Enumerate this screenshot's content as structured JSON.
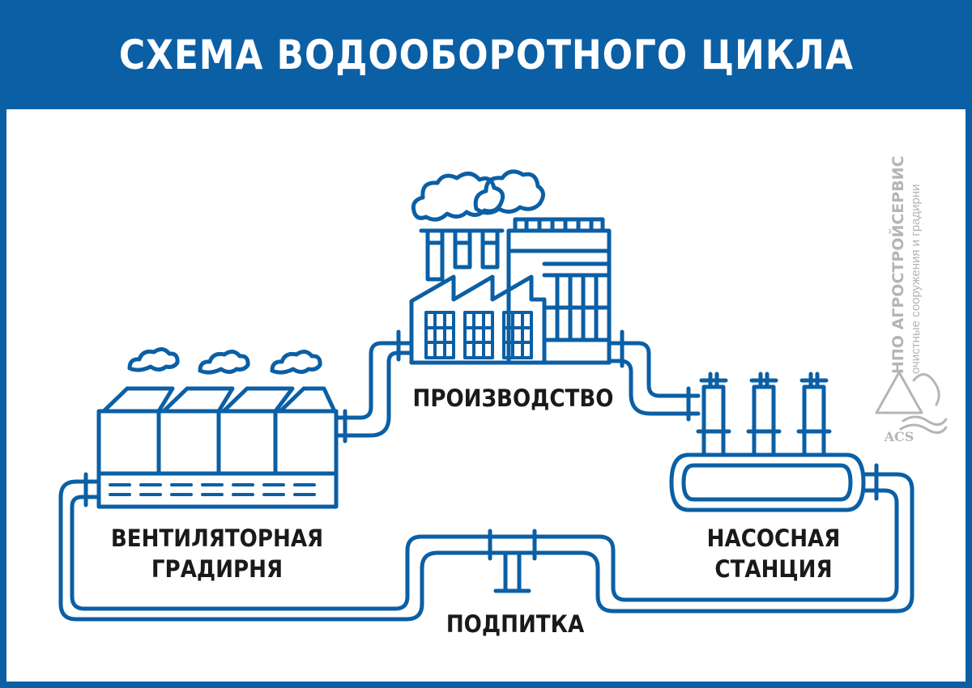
{
  "header": {
    "title": "СХЕМА ВОДООБОРОТНОГО ЦИКЛА"
  },
  "nodes": {
    "production": "ПРОИЗВОДСТВО",
    "cooling_tower": [
      "ВЕНТИЛЯТОРНАЯ",
      "ГРАДИРНЯ"
    ],
    "pump_station": [
      "НАСОСНАЯ",
      "СТАНЦИЯ"
    ],
    "makeup": "ПОДПИТКА"
  },
  "logo": {
    "name": "НПО АГРОСТРОЙСЕРВИС",
    "tagline": "очистные сооружения и градирни",
    "mark": "ACS"
  },
  "colors": {
    "primary": "#0b5fa5",
    "text": "#1a1a1a",
    "logo": "#b5b5b5"
  }
}
